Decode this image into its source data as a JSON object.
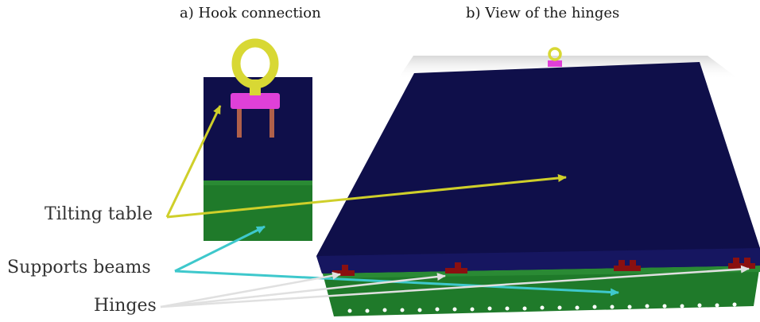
{
  "titles": {
    "a": "a) Hook connection",
    "b": "b) View of the hinges"
  },
  "labels": {
    "tilting_table": "Tilting table",
    "support_beams": "Supports beams",
    "hinges": "Hinges"
  },
  "colors": {
    "table": "#0f0f4a",
    "beams": "#1f7a2a",
    "hook": "#d8d834",
    "hook_plate": "#e040d8",
    "hinge": "#8a1010",
    "arrow_tilting": "#cfcf2a",
    "arrow_beams": "#3ec8cc",
    "arrow_hinges": "#e0e0e0"
  }
}
